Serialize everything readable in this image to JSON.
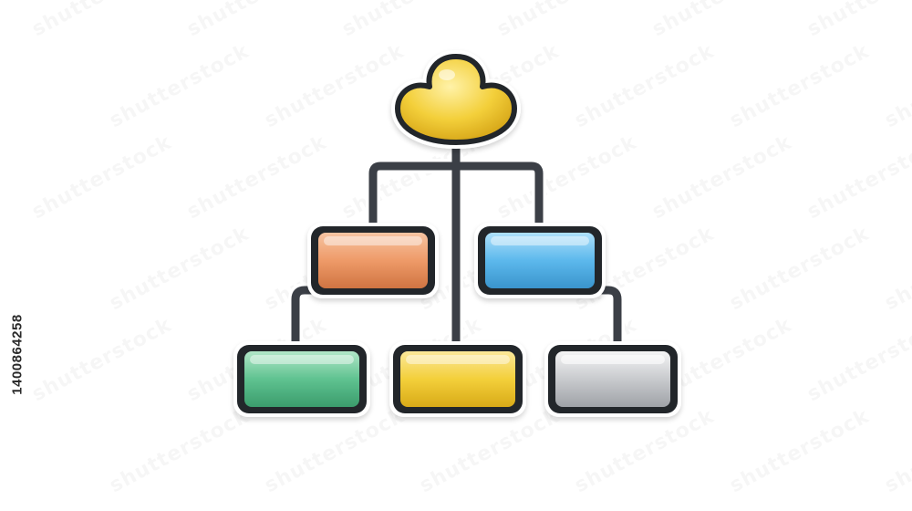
{
  "diagram": {
    "type": "hierarchy",
    "root": {
      "shape": "trefoil",
      "color": "#f3cf3a"
    },
    "level_1": [
      {
        "color": "#ee9a68"
      },
      {
        "color": "#5cb8ec"
      }
    ],
    "level_2": [
      {
        "color": "#5fc290"
      },
      {
        "color": "#f3cf3a"
      },
      {
        "color": "#c4c6ca"
      }
    ],
    "connector_color": "#3b3f46",
    "outline_color": "#23262b"
  },
  "watermark_text": "shutterstock",
  "stock_id": "1400864258"
}
